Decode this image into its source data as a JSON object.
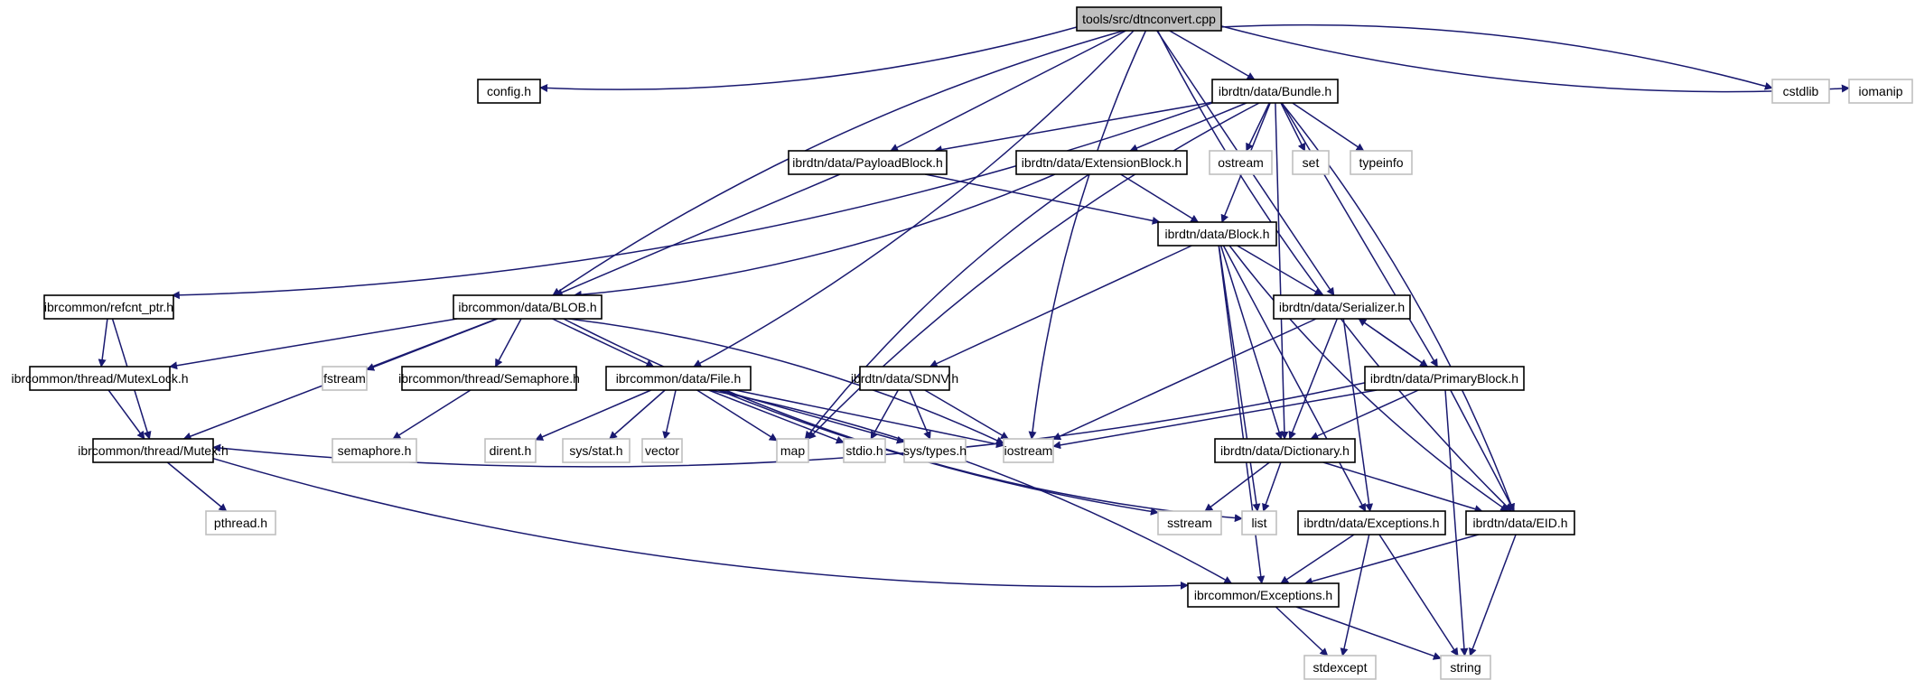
{
  "title": "tools/src/dtnconvert.cpp include dependency graph",
  "colors": {
    "edge": "#191970",
    "root_fill": "#bfbfbf",
    "root_border": "#000000",
    "internal_fill": "#ffffff",
    "internal_border": "#000000",
    "external_fill": "#ffffff",
    "external_border": "#bfbfbf"
  },
  "nodes": [
    {
      "id": "root",
      "label": "tools/src/dtnconvert.cpp",
      "kind": "root"
    },
    {
      "id": "config",
      "label": "config.h",
      "kind": "internal"
    },
    {
      "id": "bundle",
      "label": "ibrdtn/data/Bundle.h",
      "kind": "internal"
    },
    {
      "id": "cstdlib",
      "label": "cstdlib",
      "kind": "external"
    },
    {
      "id": "iomanip",
      "label": "iomanip",
      "kind": "external"
    },
    {
      "id": "payload",
      "label": "ibrdtn/data/PayloadBlock.h",
      "kind": "internal"
    },
    {
      "id": "extblock",
      "label": "ibrdtn/data/ExtensionBlock.h",
      "kind": "internal"
    },
    {
      "id": "ostream",
      "label": "ostream",
      "kind": "external"
    },
    {
      "id": "set",
      "label": "set",
      "kind": "external"
    },
    {
      "id": "typeinfo",
      "label": "typeinfo",
      "kind": "external"
    },
    {
      "id": "block",
      "label": "ibrdtn/data/Block.h",
      "kind": "internal"
    },
    {
      "id": "refcnt",
      "label": "ibrcommon/refcnt_ptr.h",
      "kind": "internal"
    },
    {
      "id": "blob",
      "label": "ibrcommon/data/BLOB.h",
      "kind": "internal"
    },
    {
      "id": "serializer",
      "label": "ibrdtn/data/Serializer.h",
      "kind": "internal"
    },
    {
      "id": "mutexlock",
      "label": "ibrcommon/thread/MutexLock.h",
      "kind": "internal"
    },
    {
      "id": "fstream",
      "label": "fstream",
      "kind": "external"
    },
    {
      "id": "semaphore",
      "label": "ibrcommon/thread/Semaphore.h",
      "kind": "internal"
    },
    {
      "id": "file",
      "label": "ibrcommon/data/File.h",
      "kind": "internal"
    },
    {
      "id": "sdnv",
      "label": "ibrdtn/data/SDNV.h",
      "kind": "internal"
    },
    {
      "id": "primary",
      "label": "ibrdtn/data/PrimaryBlock.h",
      "kind": "internal"
    },
    {
      "id": "mutex",
      "label": "ibrcommon/thread/Mutex.h",
      "kind": "internal"
    },
    {
      "id": "semaphore_h",
      "label": "semaphore.h",
      "kind": "external"
    },
    {
      "id": "dirent",
      "label": "dirent.h",
      "kind": "external"
    },
    {
      "id": "sysstat",
      "label": "sys/stat.h",
      "kind": "external"
    },
    {
      "id": "vector",
      "label": "vector",
      "kind": "external"
    },
    {
      "id": "map",
      "label": "map",
      "kind": "external"
    },
    {
      "id": "stdio",
      "label": "stdio.h",
      "kind": "external"
    },
    {
      "id": "systypes",
      "label": "sys/types.h",
      "kind": "external"
    },
    {
      "id": "iostream",
      "label": "iostream",
      "kind": "external"
    },
    {
      "id": "dictionary",
      "label": "ibrdtn/data/Dictionary.h",
      "kind": "internal"
    },
    {
      "id": "pthread",
      "label": "pthread.h",
      "kind": "external"
    },
    {
      "id": "sstream",
      "label": "sstream",
      "kind": "external"
    },
    {
      "id": "list",
      "label": "list",
      "kind": "external"
    },
    {
      "id": "dtnexceptions",
      "label": "ibrdtn/data/Exceptions.h",
      "kind": "internal"
    },
    {
      "id": "eid",
      "label": "ibrdtn/data/EID.h",
      "kind": "internal"
    },
    {
      "id": "commonexceptions",
      "label": "ibrcommon/Exceptions.h",
      "kind": "internal"
    },
    {
      "id": "stdexcept",
      "label": "stdexcept",
      "kind": "external"
    },
    {
      "id": "string",
      "label": "string",
      "kind": "external"
    }
  ],
  "edges": [
    [
      "root",
      "config"
    ],
    [
      "root",
      "bundle"
    ],
    [
      "root",
      "cstdlib"
    ],
    [
      "root",
      "iomanip"
    ],
    [
      "root",
      "payload"
    ],
    [
      "root",
      "blob"
    ],
    [
      "root",
      "file"
    ],
    [
      "root",
      "iostream"
    ],
    [
      "root",
      "serializer"
    ],
    [
      "root",
      "eid"
    ],
    [
      "bundle",
      "payload"
    ],
    [
      "bundle",
      "extblock"
    ],
    [
      "bundle",
      "ostream"
    ],
    [
      "bundle",
      "set"
    ],
    [
      "bundle",
      "typeinfo"
    ],
    [
      "bundle",
      "block"
    ],
    [
      "bundle",
      "refcnt"
    ],
    [
      "bundle",
      "map"
    ],
    [
      "bundle",
      "primary"
    ],
    [
      "bundle",
      "dictionary"
    ],
    [
      "bundle",
      "eid"
    ],
    [
      "payload",
      "blob"
    ],
    [
      "payload",
      "block"
    ],
    [
      "extblock",
      "block"
    ],
    [
      "extblock",
      "blob"
    ],
    [
      "extblock",
      "map"
    ],
    [
      "block",
      "serializer"
    ],
    [
      "block",
      "sdnv"
    ],
    [
      "block",
      "dictionary"
    ],
    [
      "block",
      "list"
    ],
    [
      "block",
      "commonexceptions"
    ],
    [
      "block",
      "eid"
    ],
    [
      "block",
      "dtnexceptions"
    ],
    [
      "refcnt",
      "mutexlock"
    ],
    [
      "refcnt",
      "mutex"
    ],
    [
      "blob",
      "mutexlock"
    ],
    [
      "blob",
      "mutex"
    ],
    [
      "blob",
      "fstream"
    ],
    [
      "blob",
      "semaphore"
    ],
    [
      "blob",
      "file"
    ],
    [
      "blob",
      "iostream"
    ],
    [
      "blob",
      "sstream"
    ],
    [
      "serializer",
      "primary"
    ],
    [
      "serializer",
      "dictionary"
    ],
    [
      "serializer",
      "iostream"
    ],
    [
      "serializer",
      "dtnexceptions"
    ],
    [
      "primary",
      "serializer"
    ],
    [
      "primary",
      "dictionary"
    ],
    [
      "primary",
      "eid"
    ],
    [
      "primary",
      "iostream"
    ],
    [
      "primary",
      "mutex"
    ],
    [
      "primary",
      "string"
    ],
    [
      "mutexlock",
      "mutex"
    ],
    [
      "semaphore",
      "semaphore_h"
    ],
    [
      "file",
      "dirent"
    ],
    [
      "file",
      "sysstat"
    ],
    [
      "file",
      "vector"
    ],
    [
      "file",
      "map"
    ],
    [
      "file",
      "stdio"
    ],
    [
      "file",
      "systypes"
    ],
    [
      "file",
      "iostream"
    ],
    [
      "file",
      "list"
    ],
    [
      "file",
      "commonexceptions"
    ],
    [
      "sdnv",
      "stdio"
    ],
    [
      "sdnv",
      "systypes"
    ],
    [
      "sdnv",
      "iostream"
    ],
    [
      "mutex",
      "pthread"
    ],
    [
      "mutex",
      "commonexceptions"
    ],
    [
      "dictionary",
      "sstream"
    ],
    [
      "dictionary",
      "list"
    ],
    [
      "dictionary",
      "eid"
    ],
    [
      "dtnexceptions",
      "commonexceptions"
    ],
    [
      "dtnexceptions",
      "stdexcept"
    ],
    [
      "dtnexceptions",
      "string"
    ],
    [
      "eid",
      "commonexceptions"
    ],
    [
      "eid",
      "string"
    ],
    [
      "commonexceptions",
      "stdexcept"
    ],
    [
      "commonexceptions",
      "string"
    ]
  ]
}
